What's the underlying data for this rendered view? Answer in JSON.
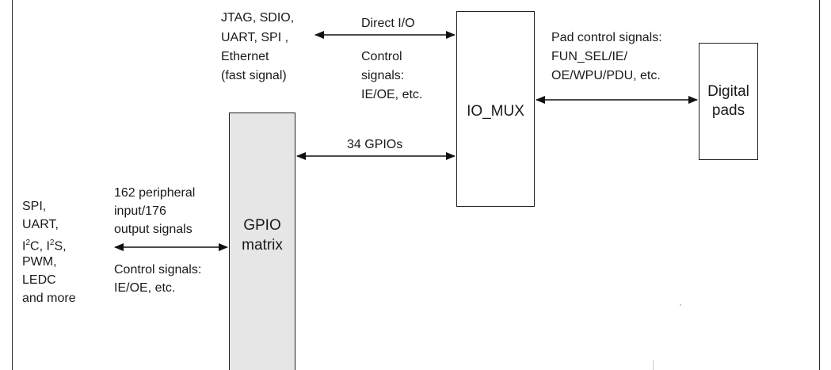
{
  "gpio_matrix": {
    "label_line1": "GPIO",
    "label_line2": "matrix"
  },
  "io_mux": {
    "label": "IO_MUX"
  },
  "digital_pads": {
    "label_line1": "Digital",
    "label_line2": "pads"
  },
  "fast_peripherals": {
    "lines": [
      "JTAG, SDIO,",
      "UART, SPI ,",
      "Ethernet",
      "(fast signal)"
    ]
  },
  "direct_io": {
    "label": "Direct I/O",
    "control_lines": [
      "Control",
      "signals:",
      "IE/OE, etc."
    ]
  },
  "pad_control": {
    "lines": [
      "Pad control signals:",
      "FUN_SEL/IE/",
      "OE/WPU/PDU, etc."
    ]
  },
  "gpios_link": {
    "label": "34 GPIOs"
  },
  "peripheral_signals": {
    "lines": [
      "162 peripheral",
      "input/176",
      "output signals"
    ],
    "control_lines": [
      "Control signals:",
      "IE/OE, etc."
    ]
  },
  "peripherals": {
    "line1": "SPI,",
    "line2": "UART,",
    "line3_i": "I",
    "line3_sup1": "2",
    "line3_mid": "C, I",
    "line3_sup2": "2",
    "line3_end": "S,",
    "line4": "PWM,",
    "line5": "LEDC",
    "line6": "and more"
  }
}
